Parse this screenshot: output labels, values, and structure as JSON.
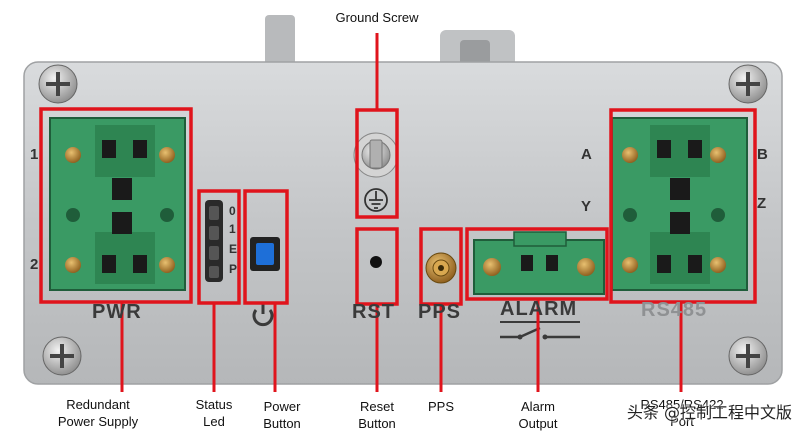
{
  "labels": {
    "ground_screw": "Ground Screw",
    "redundant_line1": "Redundant",
    "redundant_line2": "Power Supply",
    "status_line1": "Status",
    "status_line2": "Led",
    "power_line1": "Power",
    "power_line2": "Button",
    "reset_line1": "Reset",
    "reset_line2": "Button",
    "pps": "PPS",
    "alarm_line1": "Alarm",
    "alarm_line2": "Output",
    "port_line1": "RS485/RS422",
    "port_line2": "Port"
  },
  "panel_markings": {
    "pwr": "PWR",
    "rst": "RST",
    "pps": "PPS",
    "alarm": "ALARM",
    "rs485": "RS485",
    "led_codes": [
      "0",
      "1",
      "E",
      "P"
    ],
    "pwr_pins": [
      "1",
      "2"
    ],
    "rs_left_pins": [
      "A",
      "Y"
    ],
    "rs_right_pins": [
      "B",
      "Z"
    ]
  },
  "watermark": "头条 @控制工程中文版",
  "colors": {
    "highlight": "#e0141c",
    "panel": "#c9cbcd",
    "terminal_green": "#3fa06a",
    "button_blue": "#1e6fd8"
  }
}
